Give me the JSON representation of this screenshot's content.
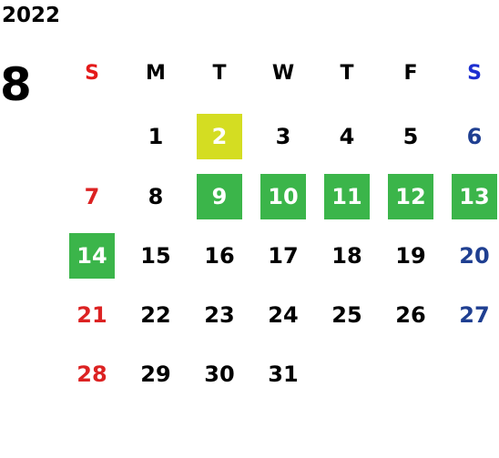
{
  "calendar": {
    "year": "2022",
    "month": "8",
    "weekdays": [
      "S",
      "M",
      "T",
      "W",
      "T",
      "F",
      "S"
    ],
    "first_weekday_index": 1,
    "days": [
      {
        "label": "1",
        "highlight": null
      },
      {
        "label": "2",
        "highlight": "yellow"
      },
      {
        "label": "3",
        "highlight": null
      },
      {
        "label": "4",
        "highlight": null
      },
      {
        "label": "5",
        "highlight": null
      },
      {
        "label": "6",
        "highlight": null
      },
      {
        "label": "7",
        "highlight": null
      },
      {
        "label": "8",
        "highlight": null
      },
      {
        "label": "9",
        "highlight": "green"
      },
      {
        "label": "10",
        "highlight": "green"
      },
      {
        "label": "11",
        "highlight": "green"
      },
      {
        "label": "12",
        "highlight": "green"
      },
      {
        "label": "13",
        "highlight": "green"
      },
      {
        "label": "14",
        "highlight": "green"
      },
      {
        "label": "15",
        "highlight": null
      },
      {
        "label": "16",
        "highlight": null
      },
      {
        "label": "17",
        "highlight": null
      },
      {
        "label": "18",
        "highlight": null
      },
      {
        "label": "19",
        "highlight": null
      },
      {
        "label": "20",
        "highlight": null
      },
      {
        "label": "21",
        "highlight": null
      },
      {
        "label": "22",
        "highlight": null
      },
      {
        "label": "23",
        "highlight": null
      },
      {
        "label": "24",
        "highlight": null
      },
      {
        "label": "25",
        "highlight": null
      },
      {
        "label": "26",
        "highlight": null
      },
      {
        "label": "27",
        "highlight": null
      },
      {
        "label": "28",
        "highlight": null
      },
      {
        "label": "29",
        "highlight": null
      },
      {
        "label": "30",
        "highlight": null
      },
      {
        "label": "31",
        "highlight": null
      }
    ]
  },
  "colors": {
    "sunday_header": "#e41a1a",
    "saturday_header": "#1d2fd1",
    "sunday_day": "#dc2222",
    "saturday_day": "#1f3f91",
    "default_text": "#000000",
    "highlight_yellow_bg": "#d4dd22",
    "highlight_green_bg": "#3bb54a",
    "highlight_text": "#ffffff"
  }
}
